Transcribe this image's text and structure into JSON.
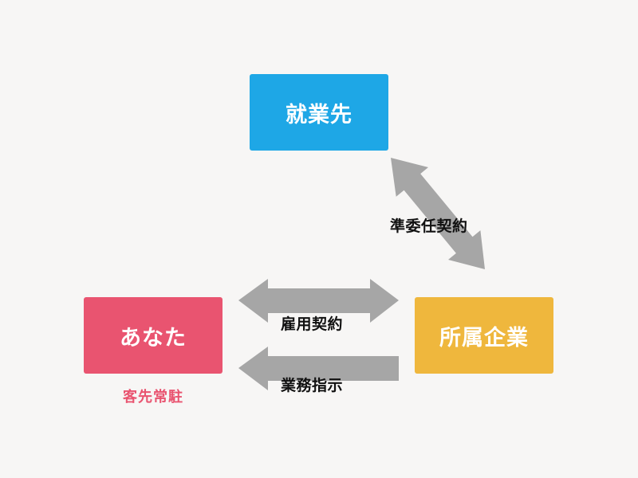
{
  "nodes": {
    "client": {
      "label": "就業先",
      "color": "#1ea7e6"
    },
    "you": {
      "label": "あなた",
      "color": "#e95470",
      "sublabel": "客先常駐"
    },
    "company": {
      "label": "所属企業",
      "color": "#efb73d"
    }
  },
  "relations": {
    "quasi_mandate": "準委任契約",
    "employment": "雇用契約",
    "instruction": "業務指示"
  },
  "arrow_color": "#a6a6a6"
}
